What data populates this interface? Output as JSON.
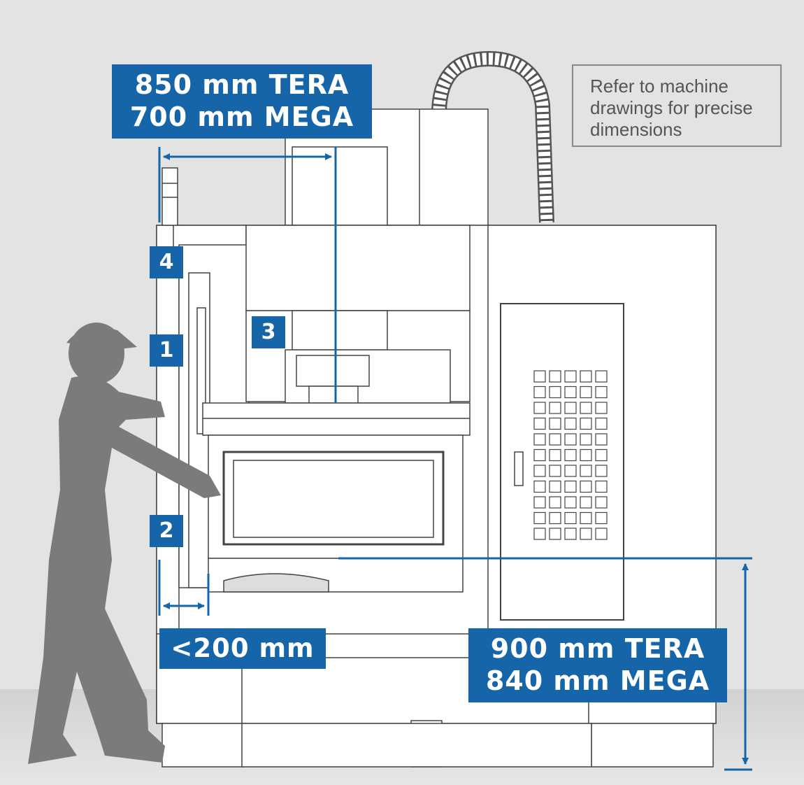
{
  "diagram": {
    "dimension_labels": {
      "width_top": {
        "line1": "850 mm TERA",
        "line2": "700 mm MEGA"
      },
      "door_clearance": "<200 mm",
      "table_height": {
        "line1": "900 mm TERA",
        "line2": "840 mm MEGA"
      }
    },
    "numbered_callouts": [
      "4",
      "1",
      "3",
      "2"
    ],
    "note": {
      "line1": "Refer to machine",
      "line2": "drawings for precise",
      "line3": "dimensions"
    },
    "colors": {
      "accent_blue": "#1565a8",
      "background": "#e3e3e3",
      "silhouette": "#7b7b7b",
      "machine_fill": "#ffffff",
      "machine_stroke": "#444444"
    },
    "icons": [
      "person-silhouette",
      "cnc-machine",
      "cable-chain",
      "control-panel",
      "signal-tower"
    ]
  }
}
